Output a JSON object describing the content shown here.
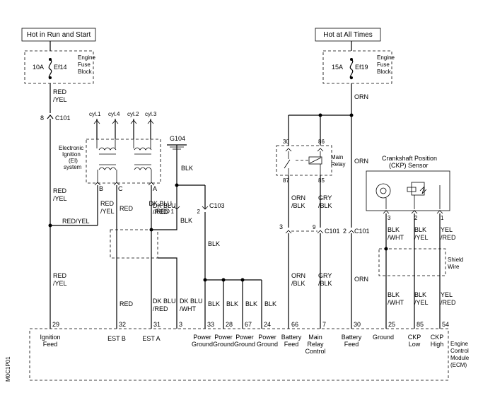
{
  "hot_run_start": "Hot in Run and Start",
  "hot_all_times": "Hot at All Times",
  "fuse1": {
    "rating": "10A",
    "id": "Ef14",
    "block": [
      "Engine",
      "Fuse",
      "Block"
    ]
  },
  "fuse2": {
    "rating": "15A",
    "id": "Ef19",
    "block": [
      "Engine",
      "Fuse",
      "Block"
    ]
  },
  "wires": {
    "red_yel": [
      "RED",
      "/YEL"
    ],
    "red_yel_inline": "RED/YEL",
    "red": "RED",
    "dk_blu_red": [
      "DK BLU",
      "/RED"
    ],
    "dk_blu_wht": [
      "DK BLU",
      "/WHT"
    ],
    "blk": "BLK",
    "orn": "ORN",
    "orn_blk": [
      "ORN",
      "/BLK"
    ],
    "gry_blk": [
      "GRY",
      "/BLK"
    ],
    "blk_wht": [
      "BLK",
      "/WHT"
    ],
    "blk_yel": [
      "BLK",
      "/YEL"
    ],
    "yel_red": [
      "YEL",
      "/RED"
    ]
  },
  "connectors": {
    "c101": "C101",
    "c103": "C103",
    "g104": "G104",
    "pin_8": "8",
    "pin_1": "1",
    "pin_2": "2",
    "pin_3": "3",
    "pin_9": "9",
    "pin_30": "30",
    "pin_86": "86",
    "pin_87": "87",
    "pin_85": "85"
  },
  "ei_system": {
    "label": [
      "Electronic",
      "Ignition",
      "(EI)",
      "system"
    ],
    "cyls": [
      "cyl.1",
      "cyl.4",
      "cyl.2",
      "cyl.3"
    ],
    "pins": [
      "B",
      "C",
      "A"
    ]
  },
  "main_relay": [
    "Main",
    "Relay"
  ],
  "ckp_sensor": {
    "label": [
      "Crankshaft Position",
      "(CKP) Sensor"
    ],
    "pins": [
      "3",
      "2",
      "1"
    ]
  },
  "shield_wire": [
    "Shield",
    "Wire"
  ],
  "ecm": {
    "label": [
      "Engine",
      "Control",
      "Module",
      "(ECM)"
    ],
    "terminals": [
      {
        "pin": "29",
        "label": [
          "Ignition",
          "Feed"
        ]
      },
      {
        "pin": "32",
        "label": [
          "EST B"
        ]
      },
      {
        "pin": "31",
        "label": [
          "EST A"
        ]
      },
      {
        "pin": "3",
        "label": []
      },
      {
        "pin": "33",
        "label": [
          "Power",
          "Ground"
        ]
      },
      {
        "pin": "28",
        "label": [
          "Power",
          "Ground"
        ]
      },
      {
        "pin": "67",
        "label": [
          "Power",
          "Ground"
        ]
      },
      {
        "pin": "24",
        "label": [
          "Power",
          "Ground"
        ]
      },
      {
        "pin": "66",
        "label": [
          "Battery",
          "Feed"
        ]
      },
      {
        "pin": "7",
        "label": [
          "Main",
          "Relay",
          "Control"
        ]
      },
      {
        "pin": "30",
        "label": [
          "Battery",
          "Feed"
        ]
      },
      {
        "pin": "25",
        "label": [
          "Ground"
        ]
      },
      {
        "pin": "85",
        "label": [
          "CKP",
          "Low"
        ]
      },
      {
        "pin": "54",
        "label": [
          "CKP",
          "High"
        ]
      }
    ]
  },
  "figure_id": "M0C1P01"
}
